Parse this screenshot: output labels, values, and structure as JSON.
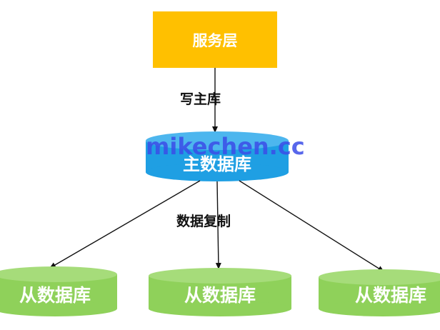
{
  "service_layer": {
    "label": "服务层"
  },
  "edges": {
    "write_label": "写主库",
    "replicate_label": "数据复制"
  },
  "master_db": {
    "label": "主数据库"
  },
  "slave_dbs": [
    {
      "label": "从数据库"
    },
    {
      "label": "从数据库"
    },
    {
      "label": "从数据库"
    }
  ],
  "watermark": "mikechen.cc",
  "colors": {
    "service": "#ffc000",
    "master_db": "#1f9fe3",
    "slave_db": "#8fd15a"
  }
}
